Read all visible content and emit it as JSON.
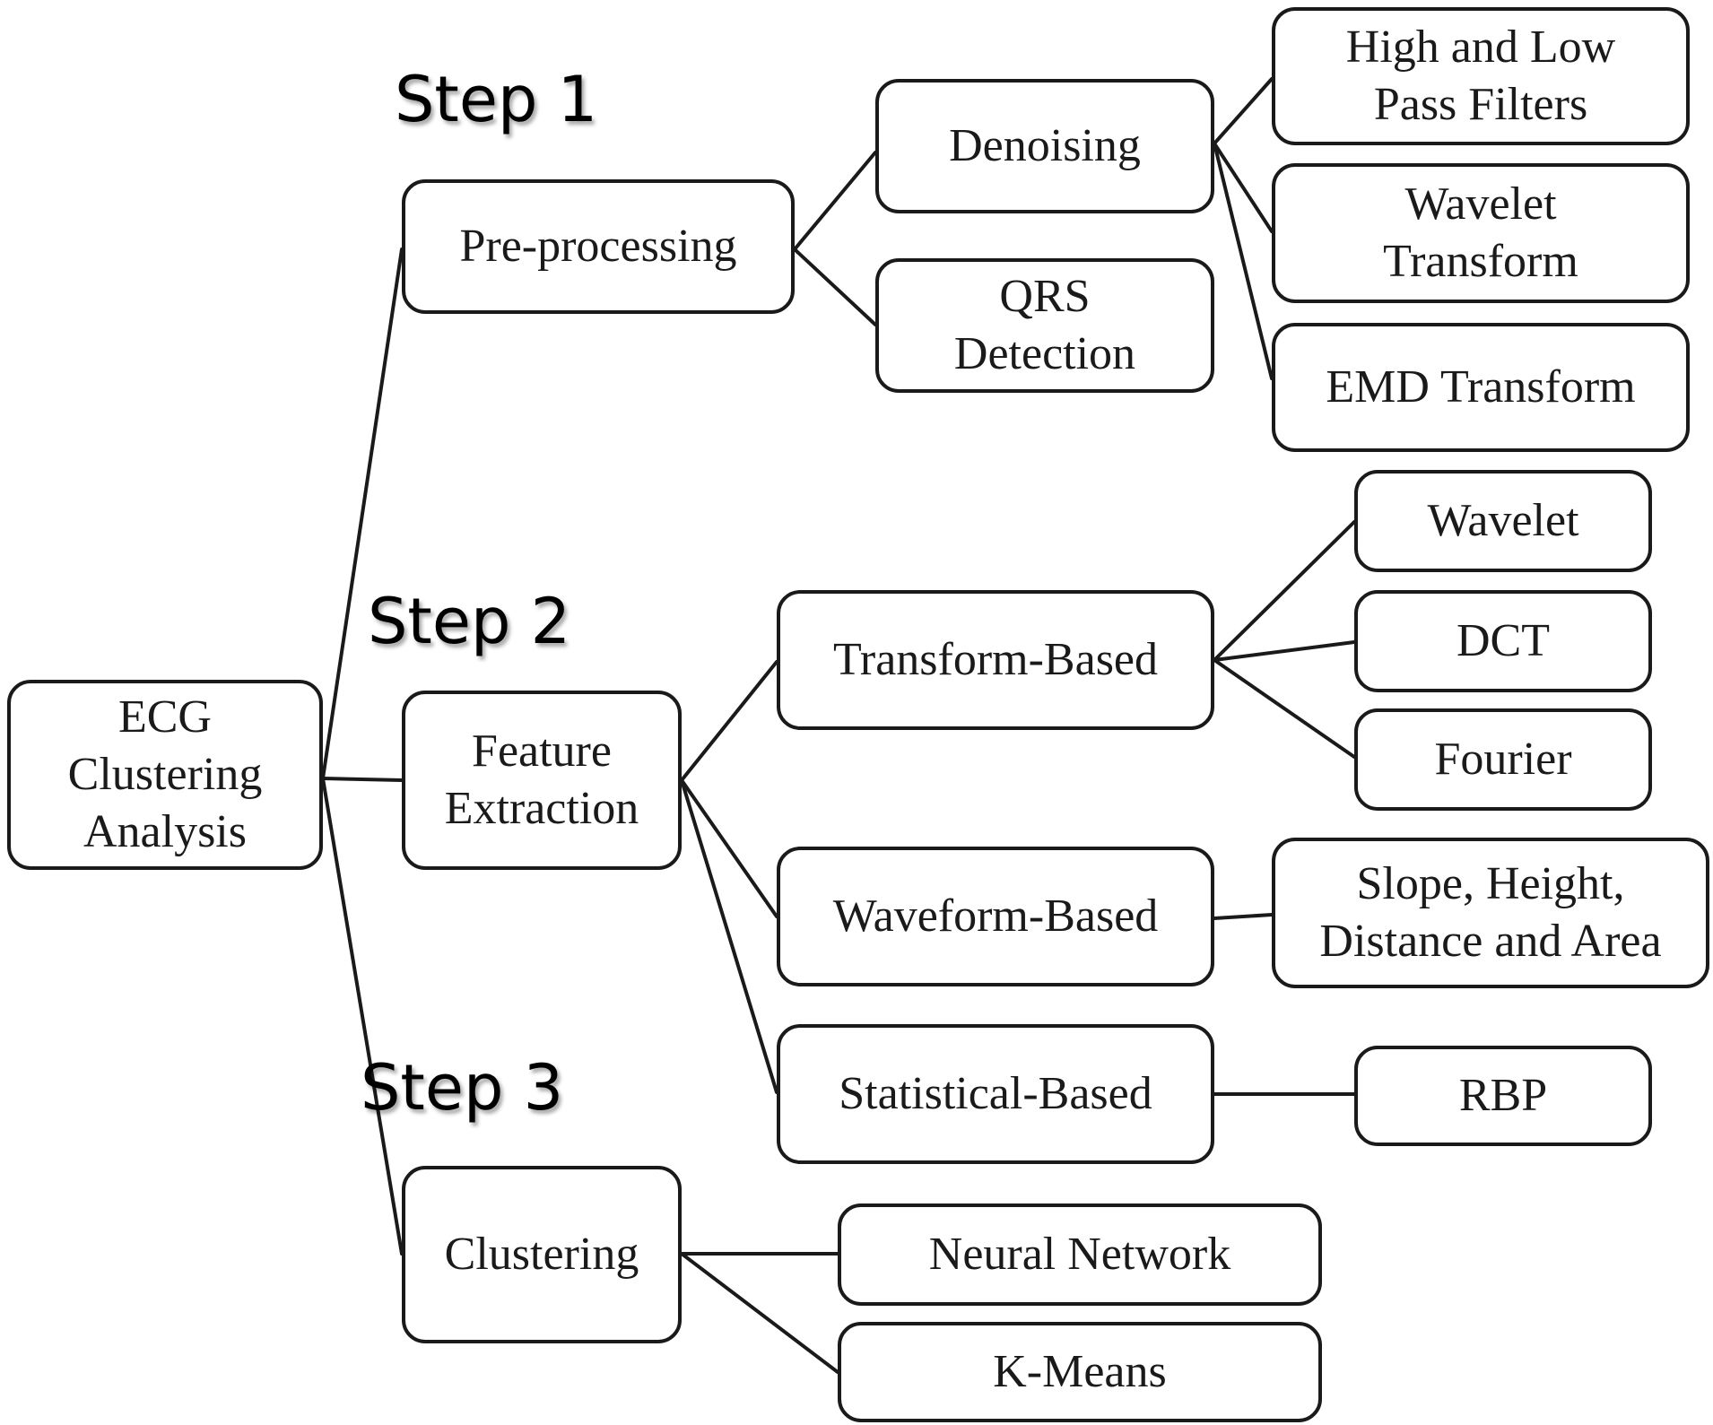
{
  "steps": {
    "step1": "Step 1",
    "step2": "Step 2",
    "step3": "Step 3"
  },
  "nodes": {
    "root": "ECG\nClustering\nAnalysis",
    "preprocessing": "Pre-processing",
    "feature_extraction": "Feature\nExtraction",
    "clustering": "Clustering",
    "denoising": "Denoising",
    "qrs_detection": "QRS\nDetection",
    "high_low_pass": "High and Low\nPass Filters",
    "wavelet_transform": "Wavelet\nTransform",
    "emd_transform": "EMD Transform",
    "transform_based": "Transform-Based",
    "waveform_based": "Waveform-Based",
    "statistical_based": "Statistical-Based",
    "wavelet": "Wavelet",
    "dct": "DCT",
    "fourier": "Fourier",
    "slope_height": "Slope, Height,\nDistance and Area",
    "rbp": "RBP",
    "neural_network": "Neural Network",
    "k_means": "K-Means"
  },
  "colors": {
    "stroke": "#1a1a1a",
    "background": "#ffffff"
  }
}
